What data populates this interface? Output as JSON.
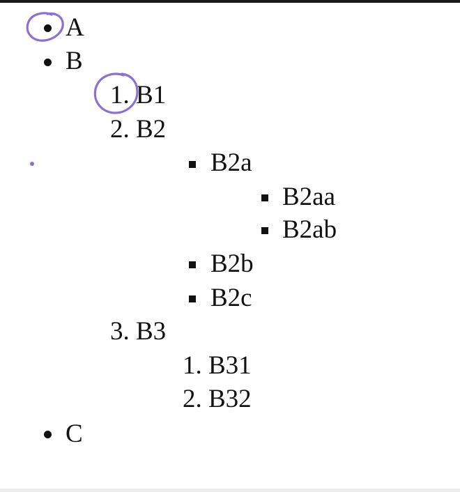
{
  "list": {
    "item_a": "A",
    "item_b": "B",
    "b1_num": "1.",
    "b1": "B1",
    "b2_num": "2.",
    "b2": "B2",
    "b2a": "B2a",
    "b2aa": "B2aa",
    "b2ab": "B2ab",
    "b2b": "B2b",
    "b2c": "B2c",
    "b3_num": "3.",
    "b3": "B3",
    "b31_num": "1.",
    "b31": "B31",
    "b32_num": "2.",
    "b32": "B32",
    "item_c": "C"
  },
  "colors": {
    "annotation": "#8a6fd6",
    "text": "#111111",
    "background": "#ffffff"
  },
  "icons": {
    "bullet_level1": "disc-bullet-icon",
    "bullet_level3": "square-bullet-icon",
    "annotation": "hand-drawn-circle-icon",
    "pointer": "mouse-cursor-icon"
  }
}
